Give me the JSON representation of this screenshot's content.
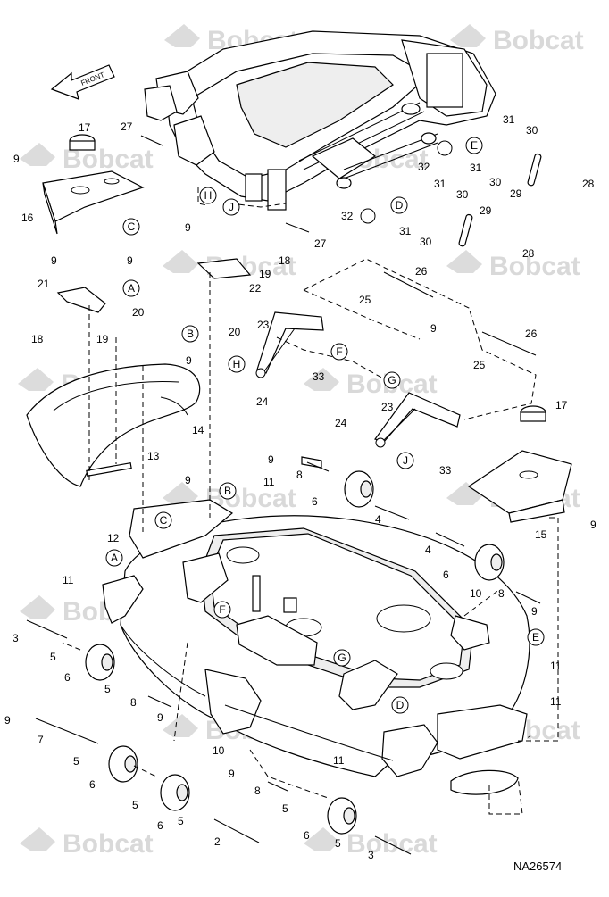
{
  "watermark": {
    "text": "Bobcat"
  },
  "front_arrow": {
    "label": "FRONT"
  },
  "drawing_number": "NA26574",
  "callouts": [
    "1",
    "2",
    "3",
    "4",
    "5",
    "6",
    "7",
    "8",
    "9",
    "10",
    "11",
    "12",
    "13",
    "14",
    "15",
    "16",
    "17",
    "18",
    "19",
    "20",
    "21",
    "22",
    "23",
    "24",
    "25",
    "26",
    "27",
    "28",
    "29",
    "30",
    "31",
    "32",
    "33"
  ],
  "reference_letters": [
    "A",
    "B",
    "C",
    "D",
    "E",
    "F",
    "G",
    "H",
    "J"
  ]
}
